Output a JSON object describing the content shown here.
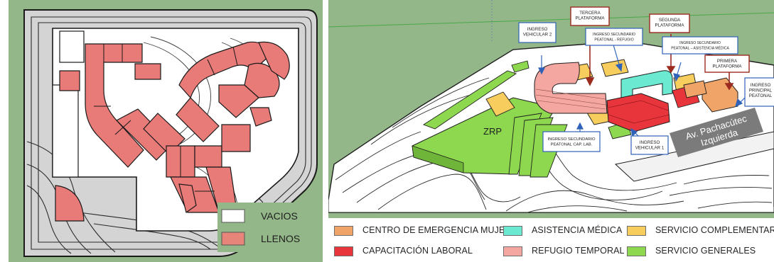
{
  "site_plan": {
    "legend": [
      {
        "label": "VACIOS",
        "color": "#ffffff"
      },
      {
        "label": "LLENOS",
        "color": "#e8857a"
      }
    ]
  },
  "perspective": {
    "callouts": [
      {
        "label": "TERCERA\nPLATAFORMA"
      },
      {
        "label": "SEGUNDA\nPLATAFORMA"
      },
      {
        "label": "PRIMERA\nPLATAFORMA"
      },
      {
        "label": "INGRESO\nVEHICULAR 2"
      },
      {
        "label": "INGRESO SECUNDARIO\nPEATONAL - REFUGIO"
      },
      {
        "label": "INGRESO SECUNDARIO\nPEATONAL – ASISTENCIA MÉDICA"
      },
      {
        "label": "INGRESO\nPRINCIPAL\nPEATONAL"
      },
      {
        "label": "INGRESO SECUNDARIO\nPEATONAL CAP. LAB."
      },
      {
        "label": "INGRESO\nVEHICULAR 1"
      }
    ],
    "zrp_label": "ZRP",
    "avenue_label": "Av. Pachacútec\nIzquierda"
  },
  "legend": [
    {
      "label": "CENTRO DE EMERGENCIA MUJER",
      "color": "#f0a468"
    },
    {
      "label": "ASISTENCIA MÉDICA",
      "color": "#6ce9d1"
    },
    {
      "label": "SERVICIO COMPLEMENTARIO",
      "color": "#f7cd5d"
    },
    {
      "label": "CAPACITACIÓN LABORAL",
      "color": "#e8353b"
    },
    {
      "label": "REFUGIO TEMPORAL",
      "color": "#f4a6a0"
    },
    {
      "label": "SERVICIO GENERALES",
      "color": "#8ed84f"
    }
  ]
}
